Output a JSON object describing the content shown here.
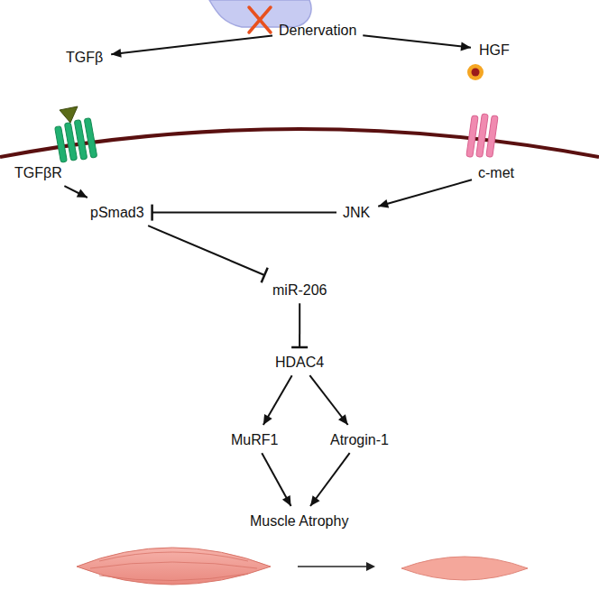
{
  "diagram": {
    "nodes": [
      {
        "text": [
          "Denervation"
        ]
      },
      {
        "text": [
          "TGFβ"
        ]
      },
      {
        "text": [
          "TGFβR"
        ]
      },
      {
        "text": [
          "HGF"
        ]
      },
      {
        "text": [
          "c-met"
        ]
      },
      {
        "text": [
          "pSmad3"
        ]
      },
      {
        "text": [
          "JNK"
        ]
      },
      {
        "text": [
          "miR-206"
        ]
      },
      {
        "text": [
          "HDAC4"
        ]
      },
      {
        "text": [
          "MuRF1"
        ]
      },
      {
        "text": [
          "Atrogin-1"
        ]
      },
      {
        "text": [
          "Muscle Atrophy"
        ]
      }
    ],
    "edges": [
      {
        "from": 0,
        "to": 1,
        "arrow": "to"
      },
      {
        "from": 0,
        "to": 3,
        "arrow": "to"
      },
      {
        "from": 2,
        "to": 5,
        "arrow": "to"
      },
      {
        "from": 4,
        "to": 6,
        "arrow": "to"
      },
      {
        "from": 6,
        "to": 5,
        "arrow": "to"
      },
      {
        "from": 5,
        "to": 7,
        "arrow": "to"
      },
      {
        "from": 7,
        "to": 8,
        "arrow": "to"
      },
      {
        "from": 8,
        "to": 9,
        "arrow": "to"
      },
      {
        "from": 8,
        "to": 10,
        "arrow": "to"
      },
      {
        "from": 9,
        "to": 11,
        "arrow": "to"
      },
      {
        "from": 10,
        "to": 11,
        "arrow": "to"
      }
    ]
  }
}
